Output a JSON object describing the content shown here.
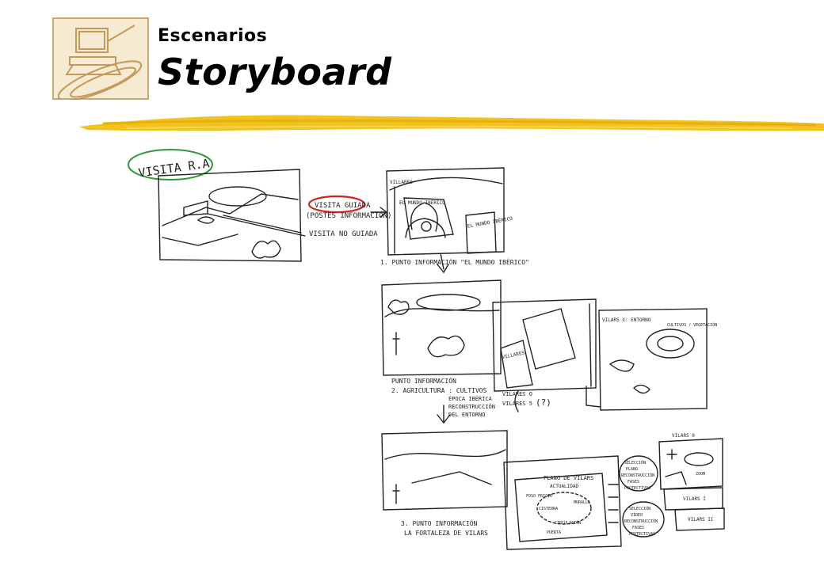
{
  "header": {
    "subtitle": "Escenarios",
    "title": "Storyboard"
  },
  "storyboard": {
    "visit_label": "VISITA R.A",
    "guided_label": "VISITA GUIADA",
    "guided_note": "(POSTES INFORMACIÓN)",
    "unguided_label": "VISITA NO GUIADA",
    "frame1_caption": "1. PUNTO INFORMACIÓN \"EL MUNDO IBÉRICO\"",
    "frame1_screen_text": "EL MUNDO IBÉRICO",
    "frame1_sign": "EL MUNDO IBÉRICO",
    "frame1_post": "VILLARES",
    "step2_line1": "PUNTO INFORMACIÓN",
    "step2_line2": "2. AGRICULTURA : CULTIVOS",
    "step2_line3": "ÉPOCA IBÉRICA",
    "step2_line4": "RECONSTRUCCIÓN",
    "step2_line5": "DEL ENTORNO",
    "step2_brace1": "VILARES O",
    "step2_brace2": "VILARES 5",
    "step2_q": "(?)",
    "step2_post": "VILLARES",
    "step2_panel_top": "VILARS X: ENTORNO",
    "step2_panel_top2": "CULTIVOS / VEGETACIÓN",
    "step3_line1": "3. PUNTO INFORMACIÓN",
    "step3_line2": "LA FORTALEZA DE VILARS",
    "step3_plan_title": "PLANO DE VILARS",
    "step3_plan_sub": "ACTUALIDAD",
    "step3_plan_l1": "FOSO FRISIO",
    "step3_plan_l2": "CISTERNA",
    "step3_plan_l3": "MURALLA",
    "step3_plan_l4": "CIRCULACIÓN",
    "step3_plan_l5": "PUERTA",
    "step3_opt1_a": "SELECCIÓN",
    "step3_opt1_b": "PLANO",
    "step3_opt1_c": "RECONSTRUCCIÓN",
    "step3_opt1_d": "FASES",
    "step3_opt1_e": "PROTECTIVAS",
    "step3_opt2_a": "SELECCIÓN",
    "step3_opt2_b": "VÍDEO",
    "step3_opt2_c": "RECONSTRUCCIÓN",
    "step3_opt2_d": "FASES",
    "step3_opt2_e": "PROTECTIVAS",
    "step3_zoom": "ZOOM",
    "step3_vilars_0": "VILARS 0",
    "step3_vilars_1": "VILARS I",
    "step3_vilars_2": "VILARS II"
  }
}
